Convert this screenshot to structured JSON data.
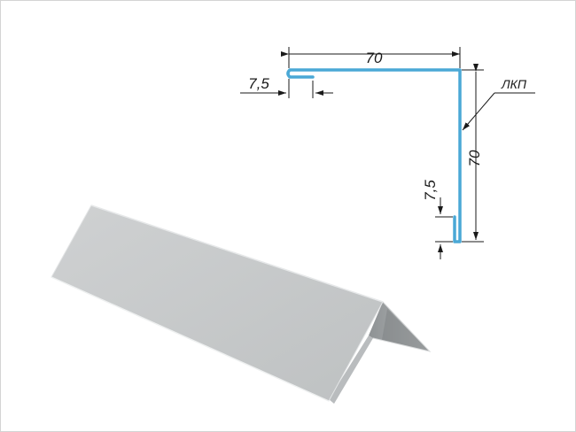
{
  "drawing": {
    "top_width_label": "70",
    "side_height_label": "70",
    "top_hem_label": "7,5",
    "bottom_hem_label": "7,5",
    "coating_label": "ЛКП"
  },
  "colors": {
    "profile_stroke": "#4aa8d6",
    "dimension_line": "#1a1a1a",
    "product_face_front": "#c8cacb",
    "product_face_back": "#a9adaf",
    "product_edge": "#e3e5e6"
  }
}
